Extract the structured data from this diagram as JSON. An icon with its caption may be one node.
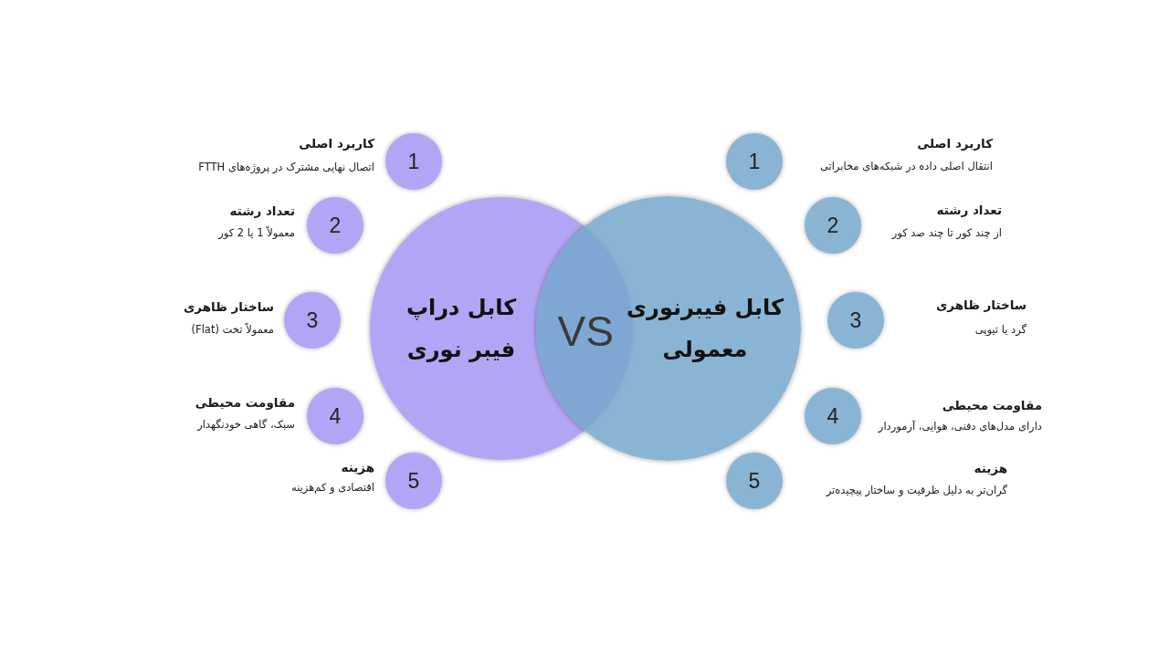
{
  "diagram": {
    "nodes": [
      {
        "text": [
          "کابل دراپ فیبر نوری"
        ]
      },
      {
        "text": [
          "کابل فیبرنوری معمولی"
        ]
      },
      {
        "text": [
          "1"
        ],
        "beside": [
          "کاربرد اصلی",
          "اتصال نهایی مشترک در پروژه‌های FTTH"
        ]
      },
      {
        "text": [
          "2"
        ],
        "beside": [
          "تعداد رشته",
          "معمولاً 1 یا 2 کور"
        ]
      },
      {
        "text": [
          "3"
        ],
        "beside": [
          "ساختار ظاهری",
          "معمولاً تخت (Flat)"
        ]
      },
      {
        "text": [
          "4"
        ],
        "beside": [
          "مقاومت محیطی",
          "سبک، گاهی خودنگهدار"
        ]
      },
      {
        "text": [
          "5"
        ],
        "beside": [
          "هزینه",
          "اقتصادی و کم‌هزینه"
        ]
      },
      {
        "text": [
          "1"
        ],
        "beside": [
          "کاربرد اصلی",
          "انتقال اصلی داده در شبکه‌های مخابراتی"
        ]
      },
      {
        "text": [
          "2"
        ],
        "beside": [
          "تعداد رشته",
          "از چند کور تا چند صد کور"
        ]
      },
      {
        "text": [
          "3"
        ],
        "beside": [
          "ساختار ظاهری",
          "گرد یا تیوپی"
        ]
      },
      {
        "text": [
          "4"
        ],
        "beside": [
          "مقاومت محیطی",
          "دارای مدل‌های دفنی، هوایی، آرموردار"
        ]
      },
      {
        "text": [
          "5"
        ],
        "beside": [
          "هزینه",
          "گران‌تر به دلیل ظرفیت و ساختار پیچیده‌تر"
        ]
      }
    ],
    "labels": [
      "VS"
    ]
  }
}
